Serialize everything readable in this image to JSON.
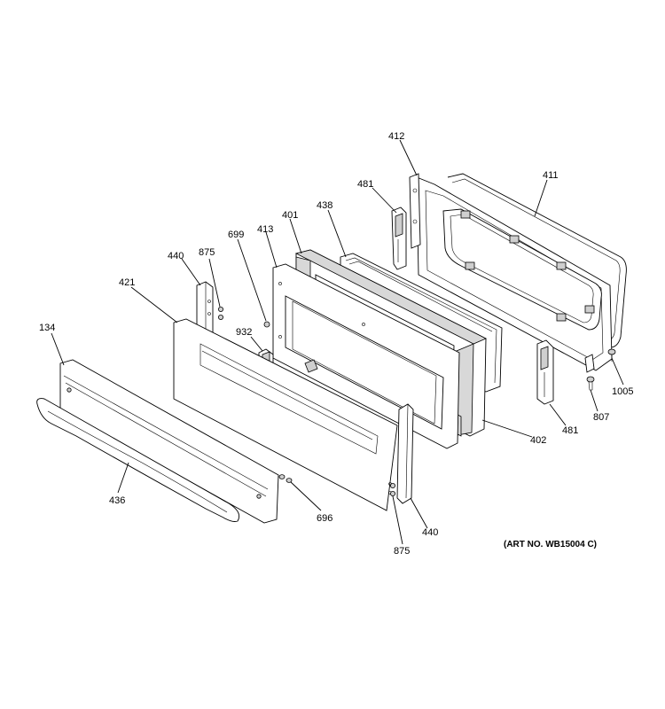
{
  "callouts": {
    "c412": "412",
    "c411": "411",
    "c481a": "481",
    "c438": "438",
    "c401": "401",
    "c413": "413",
    "c699": "699",
    "c440a": "440",
    "c875a": "875",
    "c421": "421",
    "c932": "932",
    "c134": "134",
    "c1005": "1005",
    "c807": "807",
    "c481b": "481",
    "c402": "402",
    "c436": "436",
    "c696": "696",
    "c440b": "440",
    "c875b": "875"
  },
  "art_number": "(ART NO. WB15004 C)"
}
